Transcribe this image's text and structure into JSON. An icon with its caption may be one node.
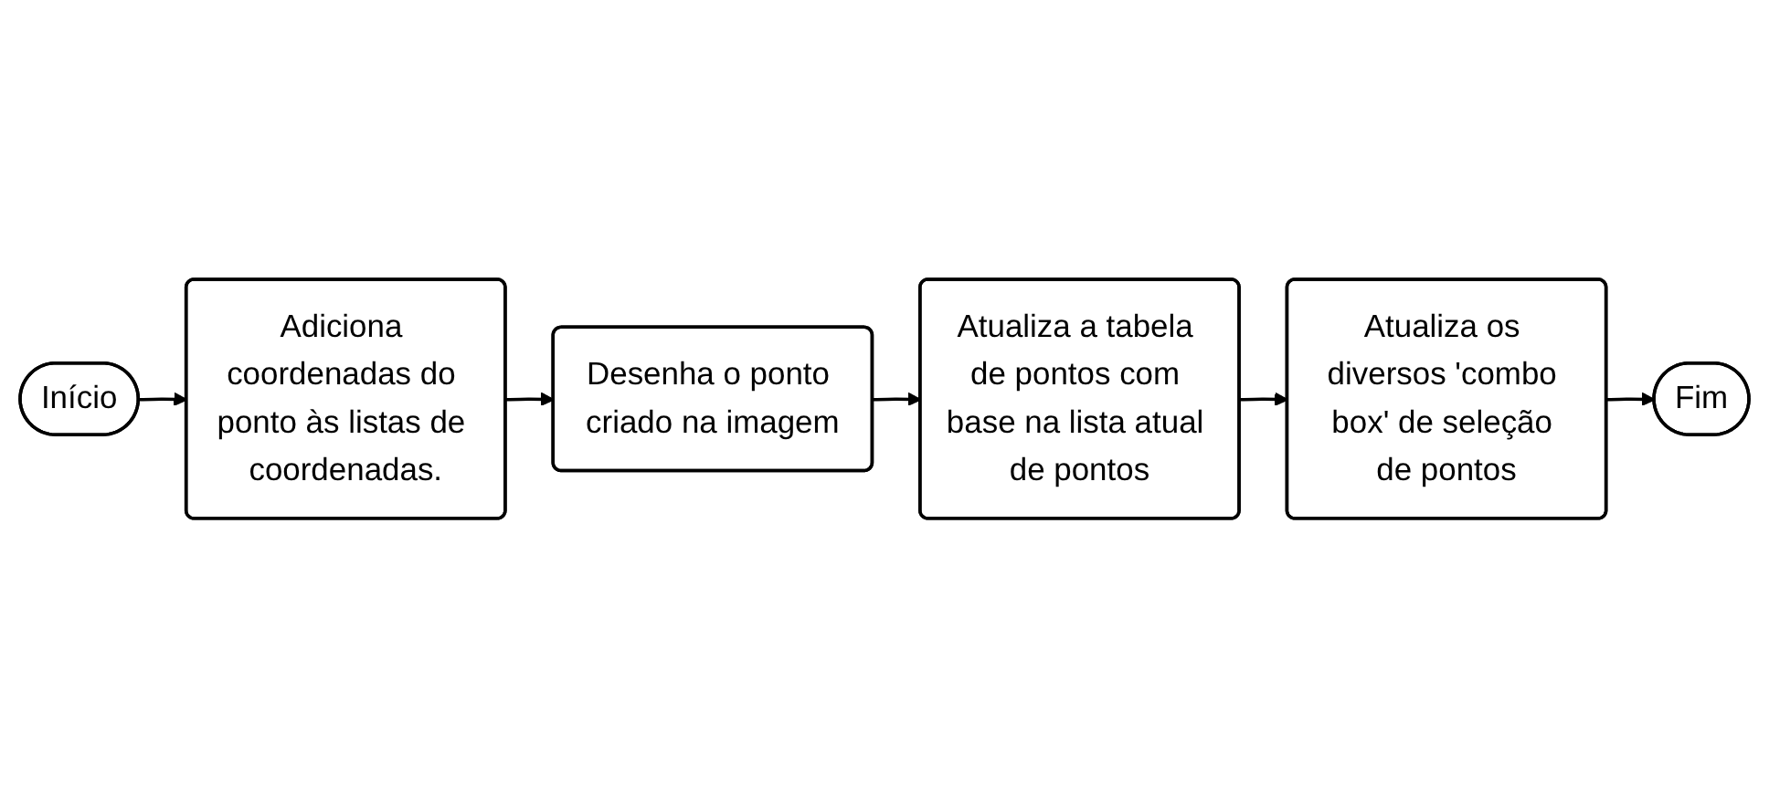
{
  "diagram": {
    "nodes": [
      {
        "text": [
          "Início"
        ]
      },
      {
        "text": [
          "Adiciona coordenadas do ponto às listas de coordenadas."
        ]
      },
      {
        "text": [
          "Desenha o ponto criado na imagem"
        ]
      },
      {
        "text": [
          "Atualiza a tabela de pontos com base na lista atual de pontos"
        ]
      },
      {
        "text": [
          "Atualiza os diversos 'combo box' de seleção de pontos"
        ]
      },
      {
        "text": [
          "Fim"
        ]
      }
    ],
    "edges": [
      {
        "from": 0,
        "to": 1,
        "arrow": "to"
      },
      {
        "from": 1,
        "to": 2,
        "arrow": "to"
      },
      {
        "from": 2,
        "to": 3,
        "arrow": "to"
      },
      {
        "from": 3,
        "to": 4,
        "arrow": "to"
      },
      {
        "from": 4,
        "to": 5,
        "arrow": "to"
      }
    ]
  }
}
